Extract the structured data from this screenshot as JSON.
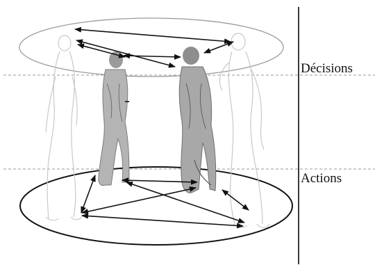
{
  "levels": {
    "decisions_label": "Décisions",
    "actions_label": "Actions"
  },
  "figures": [
    {
      "name": "person-1-outline",
      "style": "light-sketch"
    },
    {
      "name": "person-2-anatomical",
      "style": "shaded-sketch"
    },
    {
      "name": "person-3-anatomical",
      "style": "shaded-sketch"
    },
    {
      "name": "person-4-outline",
      "style": "light-sketch"
    }
  ],
  "colors": {
    "line": "#111111",
    "dashed_separator": "#9a9a9a",
    "top_ellipse": "#9a9a9a",
    "bottom_ellipse": "#111111",
    "figure_light": "#c8c8c8",
    "figure_dark": "#8a8a8a"
  }
}
